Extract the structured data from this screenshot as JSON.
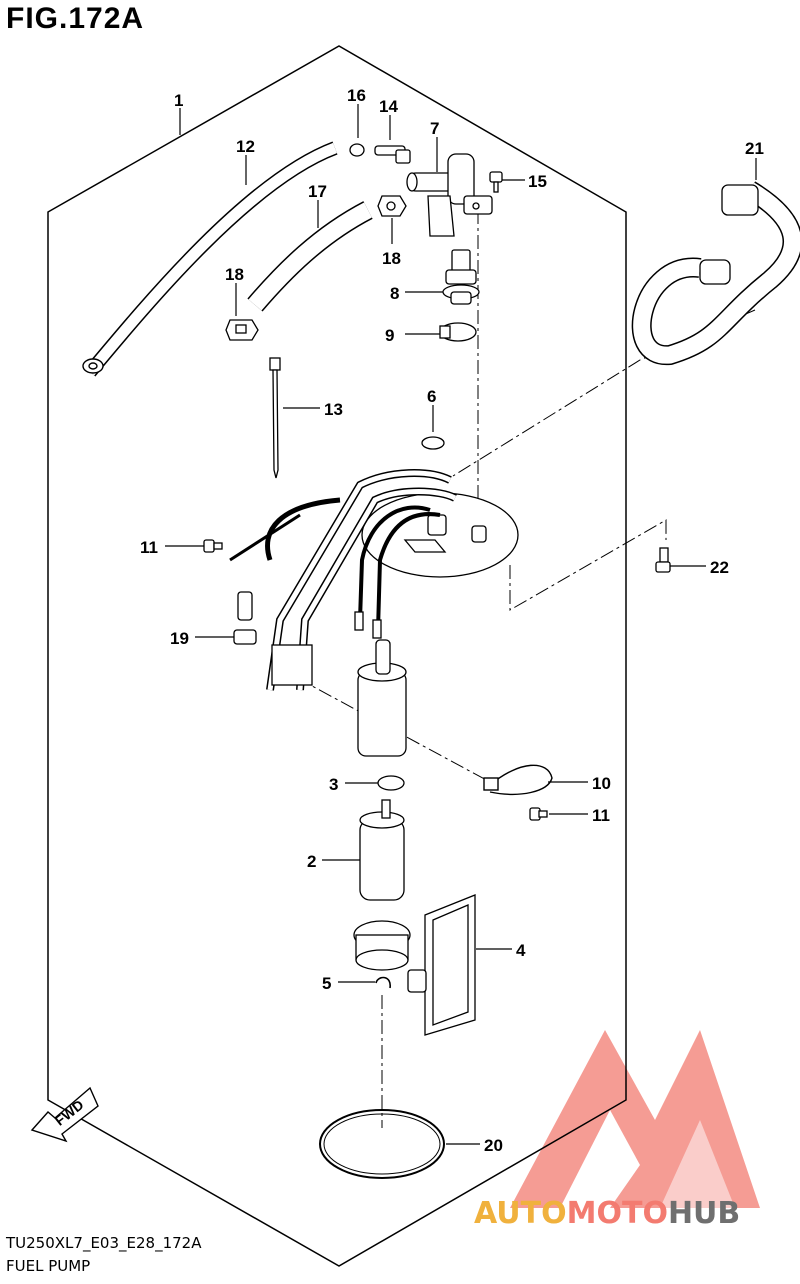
{
  "figure": {
    "title": "FIG.172A",
    "code": "TU250XL7_E03_E28_172A",
    "caption": "FUEL PUMP"
  },
  "callouts": [
    "1",
    "2",
    "3",
    "4",
    "5",
    "6",
    "7",
    "8",
    "9",
    "10",
    "11",
    "11",
    "12",
    "13",
    "14",
    "15",
    "16",
    "17",
    "18",
    "18",
    "19",
    "20",
    "21",
    "22"
  ],
  "fwd_label": "FWD",
  "watermark": {
    "part1": "AUTO",
    "part2": "MOTO",
    "part3": "HUB",
    "colors": {
      "auto": "#f0b13d",
      "moto": "#f37b70",
      "hub": "#6f6f6f",
      "logo": "#f37b70"
    }
  }
}
